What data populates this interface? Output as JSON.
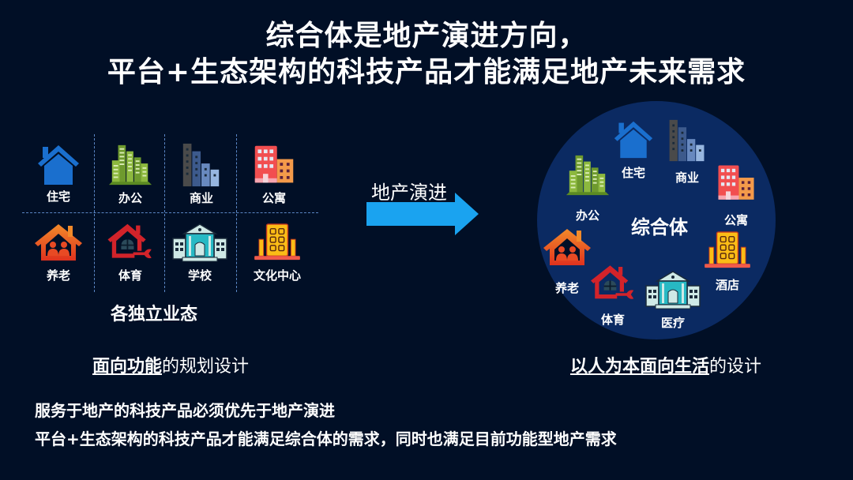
{
  "title": {
    "line1": "综合体是地产演进方向，",
    "line2": "平台+生态架构的科技产品才能满足地产未来需求"
  },
  "left_panel": {
    "grid": [
      {
        "label": "住宅",
        "icon": "house-icon"
      },
      {
        "label": "办公",
        "icon": "office-buildings-icon"
      },
      {
        "label": "商业",
        "icon": "commercial-towers-icon"
      },
      {
        "label": "公寓",
        "icon": "apartment-icon"
      },
      {
        "label": "养老",
        "icon": "elderly-care-icon"
      },
      {
        "label": "体育",
        "icon": "sports-house-wrench-icon"
      },
      {
        "label": "学校",
        "icon": "school-building-icon"
      },
      {
        "label": "文化中心",
        "icon": "culture-center-icon"
      }
    ],
    "subtitle": "各独立业态",
    "caption_bold": "面向功能",
    "caption_rest": "的规划设计"
  },
  "arrow": {
    "label": "地产演进",
    "color": "#1aa3f0"
  },
  "right_panel": {
    "center_label": "综合体",
    "items": [
      {
        "label": "住宅",
        "icon": "house-icon"
      },
      {
        "label": "商业",
        "icon": "commercial-towers-icon"
      },
      {
        "label": "公寓",
        "icon": "apartment-icon"
      },
      {
        "label": "酒店",
        "icon": "hotel-icon"
      },
      {
        "label": "医疗",
        "icon": "hospital-building-icon"
      },
      {
        "label": "体育",
        "icon": "sports-house-wrench-icon"
      },
      {
        "label": "养老",
        "icon": "elderly-care-icon"
      },
      {
        "label": "办公",
        "icon": "office-buildings-icon"
      }
    ],
    "caption_bold": "以人为本面向生活",
    "caption_rest": "的设计",
    "circle_color": "#0b2a62"
  },
  "bottom": {
    "line1": "服务于地产的科技产品必须优先于地产演进",
    "line2": "平台+生态架构的科技产品才能满足综合体的需求，同时也满足目前功能型地产需求"
  },
  "colors": {
    "background": "#010f26",
    "dash": "#5a86c4"
  }
}
